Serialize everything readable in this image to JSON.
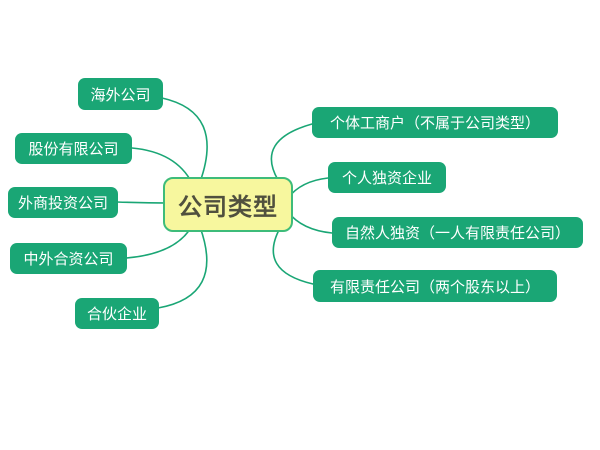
{
  "diagram": {
    "type": "mindmap",
    "root_label": "公司类型",
    "left_branches": [
      {
        "label": "海外公司"
      },
      {
        "label": "股份有限公司"
      },
      {
        "label": "外商投资公司"
      },
      {
        "label": "中外合资公司"
      },
      {
        "label": "合伙企业"
      }
    ],
    "right_branches": [
      {
        "label": "个体工商户（不属于公司类型）"
      },
      {
        "label": "个人独资企业"
      },
      {
        "label": "自然人独资（一人有限责任公司）"
      },
      {
        "label": "有限责任公司（两个股东以上）"
      }
    ]
  },
  "colors": {
    "background": "#FFFFFF",
    "branch_node_fill": "#1AA675",
    "branch_node_text": "#FFFFFF",
    "root_node_fill": "#F7F79E",
    "root_node_border": "#3EBC7A",
    "root_node_text": "#50503E",
    "connector": "#1AA675"
  }
}
